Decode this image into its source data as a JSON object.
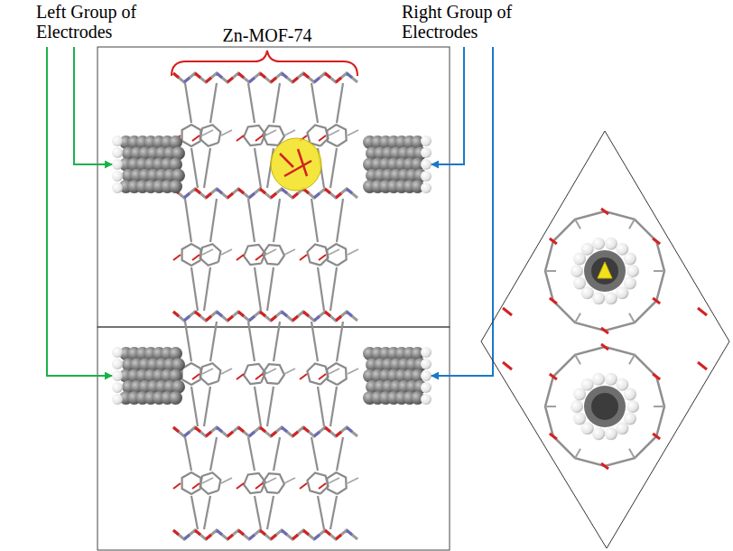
{
  "diagram": {
    "labels": [
      "Left Group of Electrodes",
      "Right Group of Electrodes",
      "Zn-MOF-74"
    ]
  }
}
